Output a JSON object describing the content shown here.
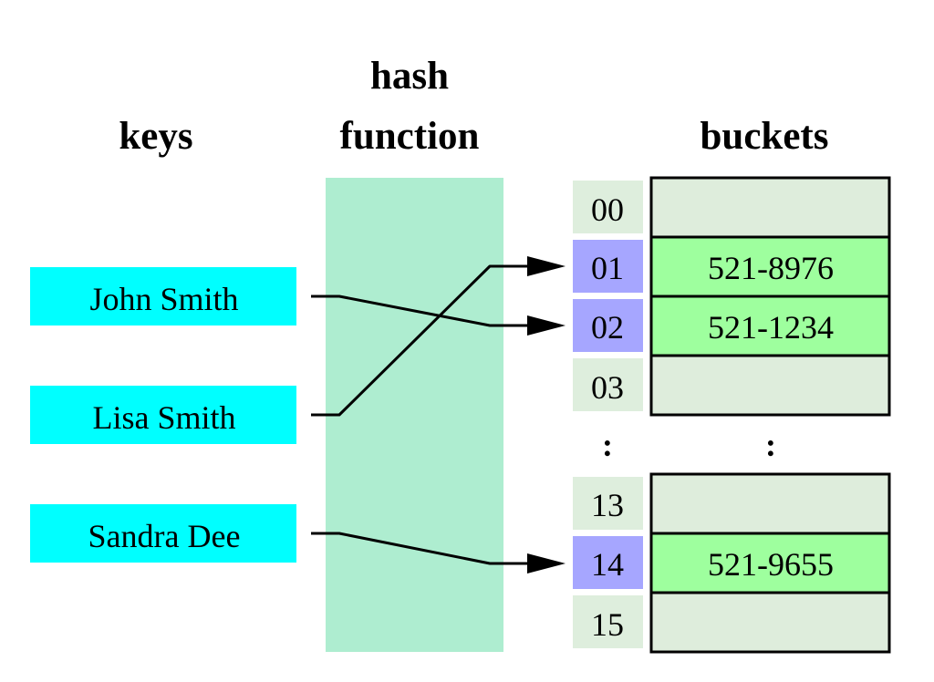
{
  "headings": {
    "keys": "keys",
    "hash_line1": "hash",
    "hash_line2": "function",
    "buckets": "buckets"
  },
  "keys": [
    "John Smith",
    "Lisa Smith",
    "Sandra Dee"
  ],
  "indices": [
    "00",
    "01",
    "02",
    "03",
    "13",
    "14",
    "15"
  ],
  "ellipsis": ":",
  "buckets": {
    "00": "",
    "01": "521-8976",
    "02": "521-1234",
    "03": "",
    "13": "",
    "14": "521-9655",
    "15": ""
  },
  "mappings": [
    {
      "key": "John Smith",
      "index": "02"
    },
    {
      "key": "Lisa Smith",
      "index": "01"
    },
    {
      "key": "Sandra Dee",
      "index": "14"
    }
  ],
  "colors": {
    "key_fill": "#00ffff",
    "hash_fill": "#aeedd0",
    "index_fill": "#deeedd",
    "index_used_fill": "#a6a6ff",
    "bucket_empty_fill": "#deeddc",
    "bucket_filled_fill": "#9eff9e",
    "line": "#000000"
  }
}
